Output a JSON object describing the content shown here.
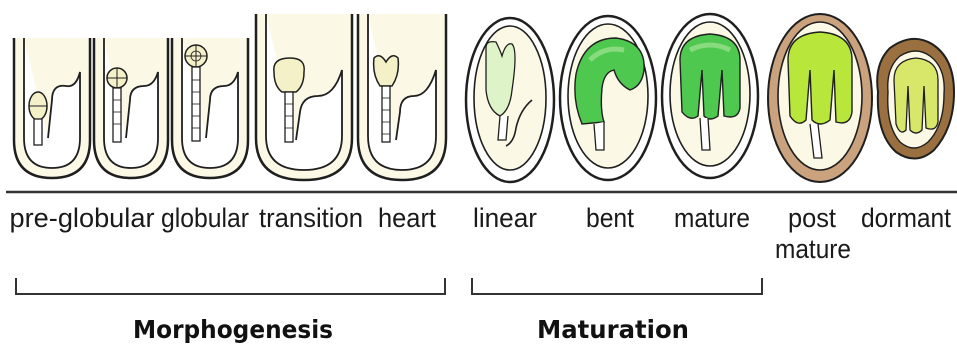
{
  "colors": {
    "seed_outline": "#1f1f1f",
    "seed_fill": "#ffffff",
    "tissue_fill": "#fbf8e6",
    "embryo_early": "#f4f0c8",
    "embryo_linear": "#dff3c8",
    "embryo_green": "#4fc84f",
    "embryo_green_light": "#96e08a",
    "embryo_post": "#b8e63a",
    "embryo_dormant": "#d8e66a",
    "seed_coat_post": "#caa27e",
    "seed_coat_dormant": "#9a7040",
    "baseline": "#333333",
    "bracket": "#333333"
  },
  "stages": [
    {
      "label": "pre-globular"
    },
    {
      "label": "globular"
    },
    {
      "label": "transition"
    },
    {
      "label": "heart"
    },
    {
      "label": "linear"
    },
    {
      "label": "bent"
    },
    {
      "label": "mature"
    },
    {
      "label_line1": "post",
      "label_line2": "mature"
    },
    {
      "label": "dormant"
    }
  ],
  "phases": {
    "morphogenesis": "Morphogenesis",
    "maturation": "Maturation"
  }
}
